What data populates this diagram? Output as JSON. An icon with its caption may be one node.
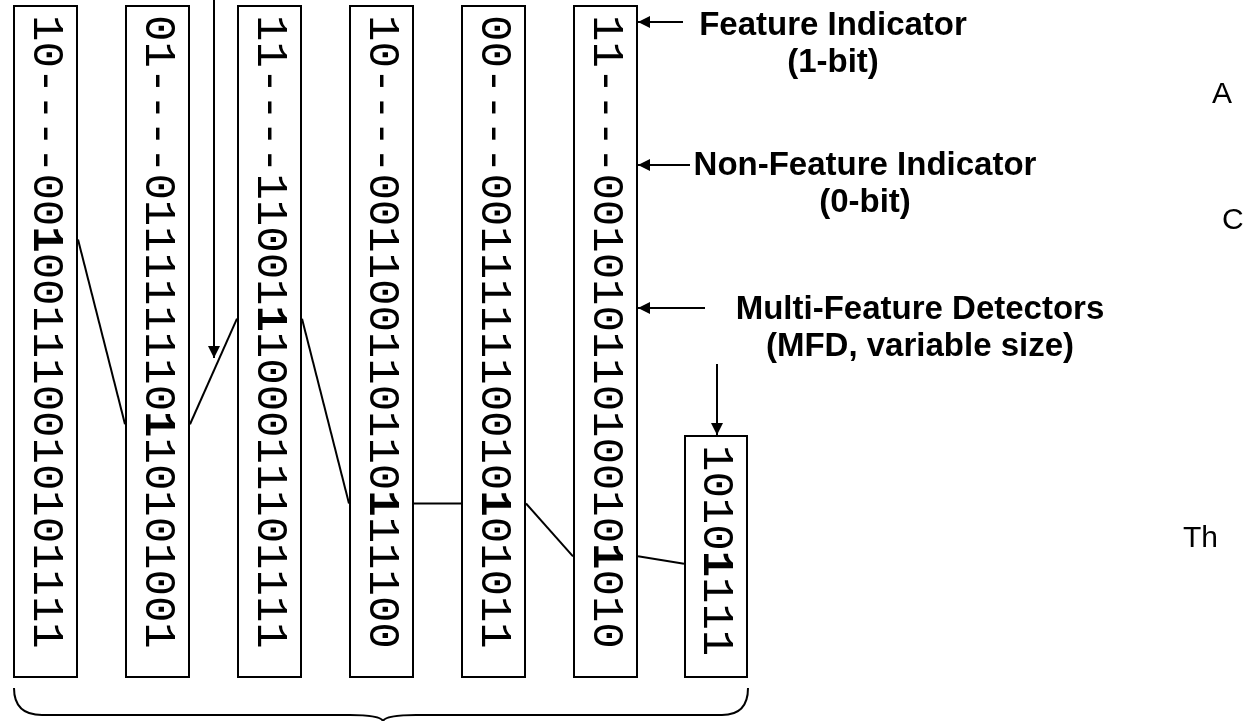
{
  "diagram": {
    "nodes": [
      {
        "text": [
          "10----00**1**001110010101111"
        ]
      },
      {
        "text": [
          "01----011111110**1**10101001"
        ]
      },
      {
        "text": [
          "11----11001**1**100011101111"
        ]
      },
      {
        "text": [
          "10----001100110110**1**11100"
        ]
      },
      {
        "text": [
          "00----001111110010**1**01011"
        ]
      },
      {
        "text": [
          "11----00101011010010**1**010"
        ]
      },
      {
        "text": [
          "1010**1**111"
        ]
      },
      {
        "text": [
          "Feature Indicator (1-bit)"
        ]
      },
      {
        "text": [
          "Non-Feature Indicator (0-bit)"
        ]
      },
      {
        "text": [
          "Multi-Feature Detectors (MFD, variable size)"
        ]
      }
    ],
    "edges": [
      {
        "from": 0,
        "to": 1,
        "arrow": "none"
      },
      {
        "from": 1,
        "to": 2,
        "arrow": "none"
      },
      {
        "from": 2,
        "to": 3,
        "arrow": "none"
      },
      {
        "from": 3,
        "to": 4,
        "arrow": "none"
      },
      {
        "from": 4,
        "to": 5,
        "arrow": "none"
      },
      {
        "from": 5,
        "to": 6,
        "arrow": "none"
      },
      {
        "from": 7,
        "to": 5,
        "arrow": "to"
      },
      {
        "from": 8,
        "to": 5,
        "arrow": "to"
      },
      {
        "from": 9,
        "to": 5,
        "arrow": "to"
      },
      {
        "from": 9,
        "to": 6,
        "arrow": "to"
      }
    ],
    "labels": [
      "A",
      "C",
      "Th"
    ]
  }
}
